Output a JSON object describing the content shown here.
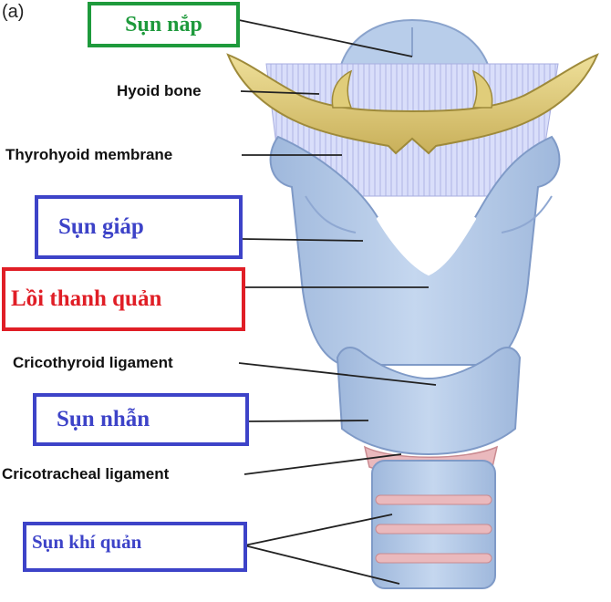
{
  "figure": {
    "panel_letter": "(a)"
  },
  "labels": {
    "epiglottis": "Sụn nắp",
    "hyoid_bone": "Hyoid bone",
    "thyrohyoid_membrane": "Thyrohyoid membrane",
    "thyroid_cartilage": "Sụn giáp",
    "laryngeal_prominence": "Lồi thanh quản",
    "cricothyroid_ligament": "Cricothyroid ligament",
    "cricoid_cartilage": "Sụn nhẫn",
    "cricotracheal_ligament": "Cricotracheal ligament",
    "tracheal_cartilage": "Sụn khí quản"
  },
  "colors": {
    "epiglottis_box": "#1e9a3c",
    "vietnamese_box": "#3d43c8",
    "highlight_box": "#e01e26",
    "cartilage": "#b7cdea",
    "bone": "#e2cf7a",
    "ligament": "#eab9bd"
  }
}
